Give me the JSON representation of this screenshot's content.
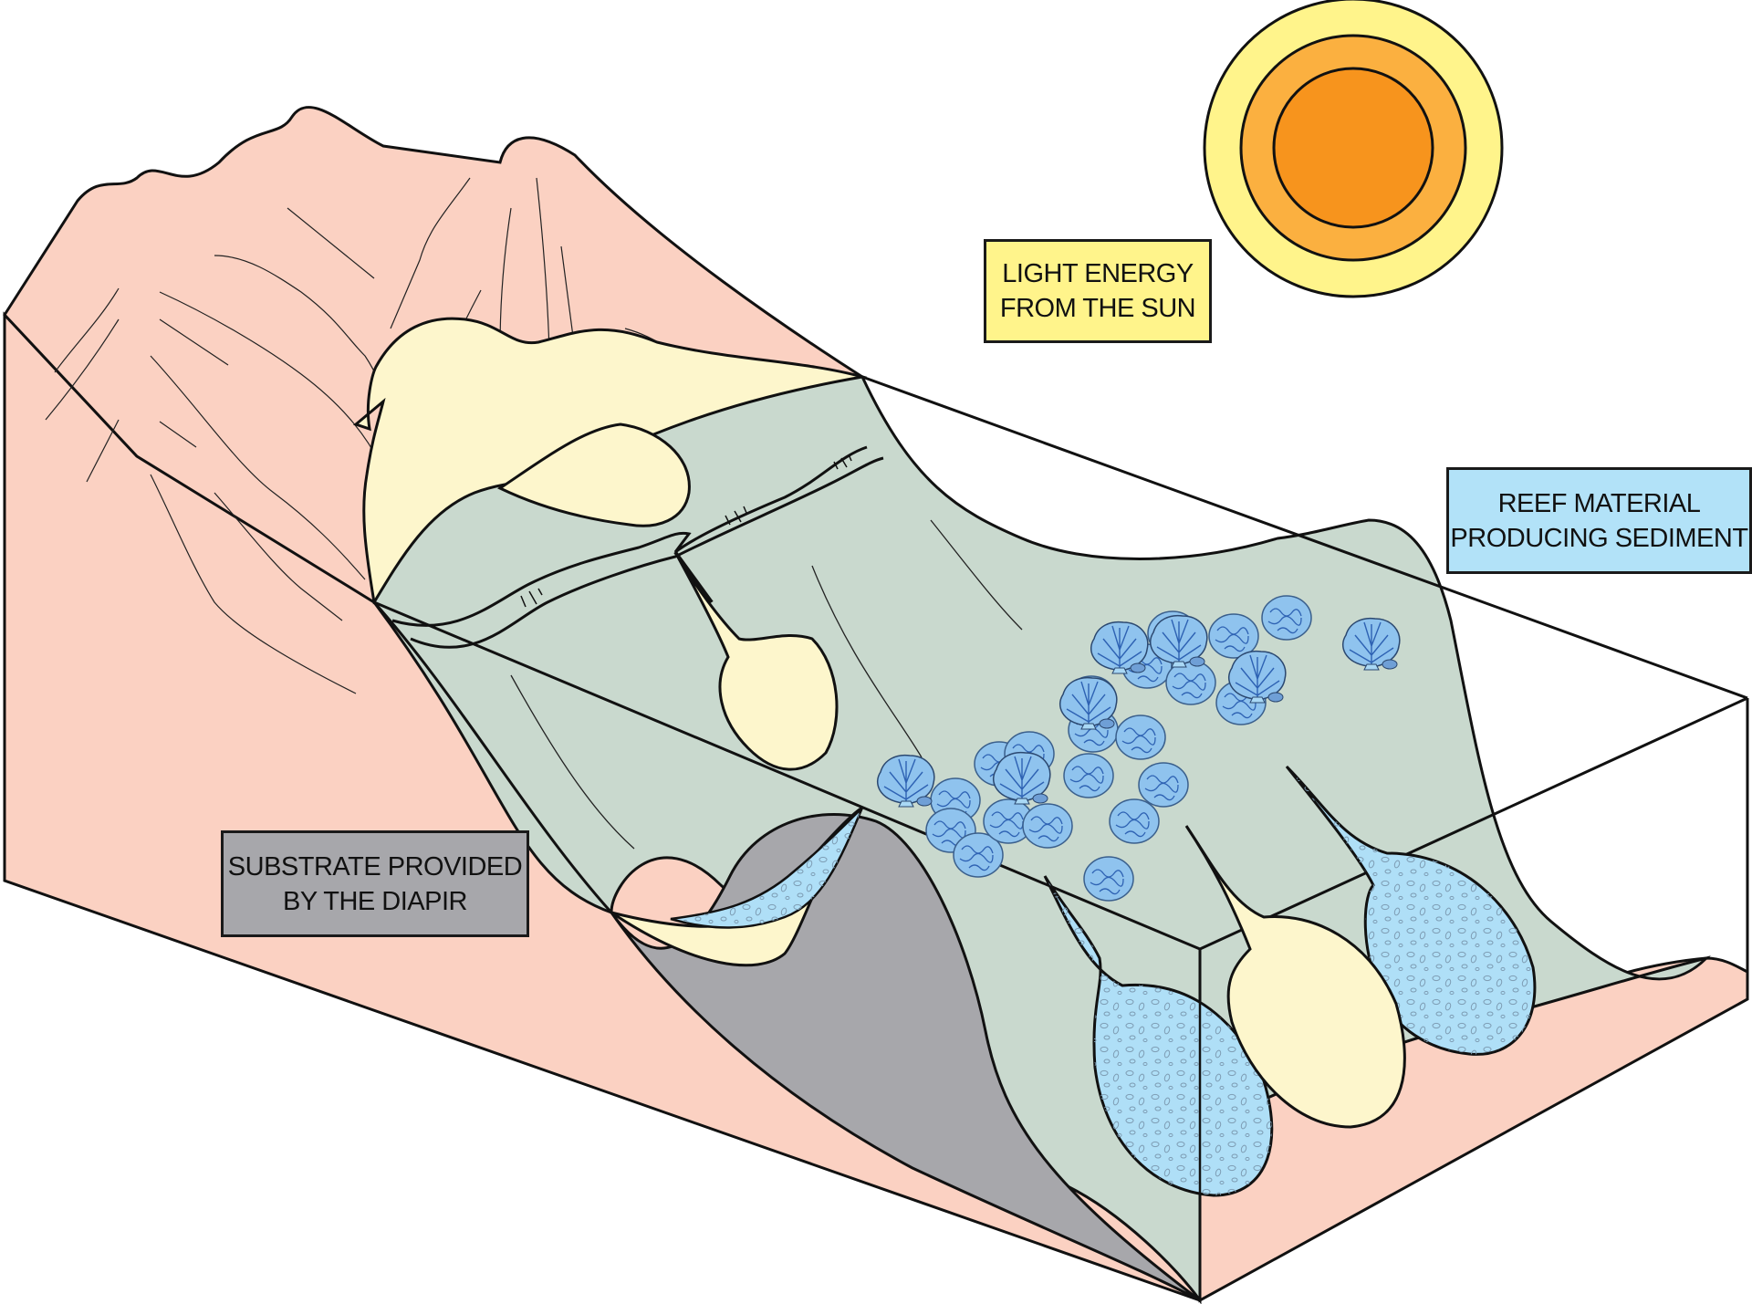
{
  "diagram": {
    "title": "Reef development on a salt diapir – block diagram",
    "labels": {
      "sun": {
        "line1": "LIGHT ENERGY",
        "line2": "FROM THE SUN"
      },
      "reef": {
        "line1": "REEF MATERIAL",
        "line2": "PRODUCING SEDIMENT"
      },
      "diapir": {
        "line1": "SUBSTRATE PROVIDED",
        "line2": "BY THE DIAPIR"
      }
    },
    "colors": {
      "bedrock": "#fbd1c2",
      "seafloor": "#c9d9ce",
      "sand": "#fdf6cc",
      "reef_sediment": "#afdff7",
      "diapir": "#a7a7ab",
      "coral": "#8fc3ee",
      "coral_line": "#2e62b3",
      "sun_outer": "#fff48b",
      "sun_middle": "#fbb040",
      "sun_inner": "#f7941d",
      "label_sun_bg": "#fff48b",
      "label_reef_bg": "#b2e2f8",
      "label_diapir_bg": "#a7a7ab",
      "outline": "#111111"
    },
    "features": [
      "sun",
      "mountain",
      "sand-fan",
      "submarine-channel",
      "diapir",
      "reef-corals",
      "reef-sediment-lobes",
      "sand-lobe"
    ]
  }
}
